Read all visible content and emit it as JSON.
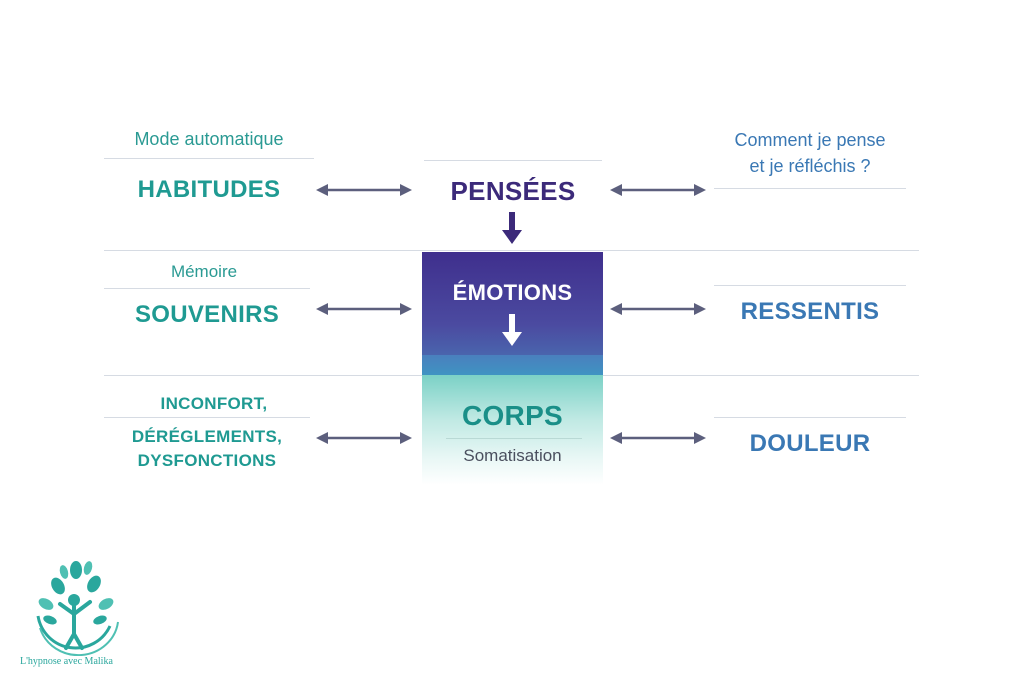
{
  "left": {
    "row1": {
      "sub": "Mode automatique",
      "main": "HABITUDES"
    },
    "row2": {
      "sub": "Mémoire",
      "main": "SOUVENIRS"
    },
    "row3": {
      "line1": "INCONFORT,",
      "line2": "DÉRÉGLEMENTS,",
      "line3": "DYSFONCTIONS"
    }
  },
  "center": {
    "top": "PENSÉES",
    "middle": "ÉMOTIONS",
    "bottom": "CORPS",
    "bottom_sub": "Somatisation"
  },
  "right": {
    "row1": {
      "line1": "Comment je pense",
      "line2": "et je réfléchis ?"
    },
    "row2": {
      "main": "RESSENTIS"
    },
    "row3": {
      "main": "DOULEUR"
    }
  },
  "logo": {
    "text": "L'hypnose avec Malika"
  },
  "colors": {
    "teal": "#1f9a92",
    "blue": "#3a78b4",
    "purple": "#3c2a7a",
    "arrow": "#5c5f7d"
  }
}
